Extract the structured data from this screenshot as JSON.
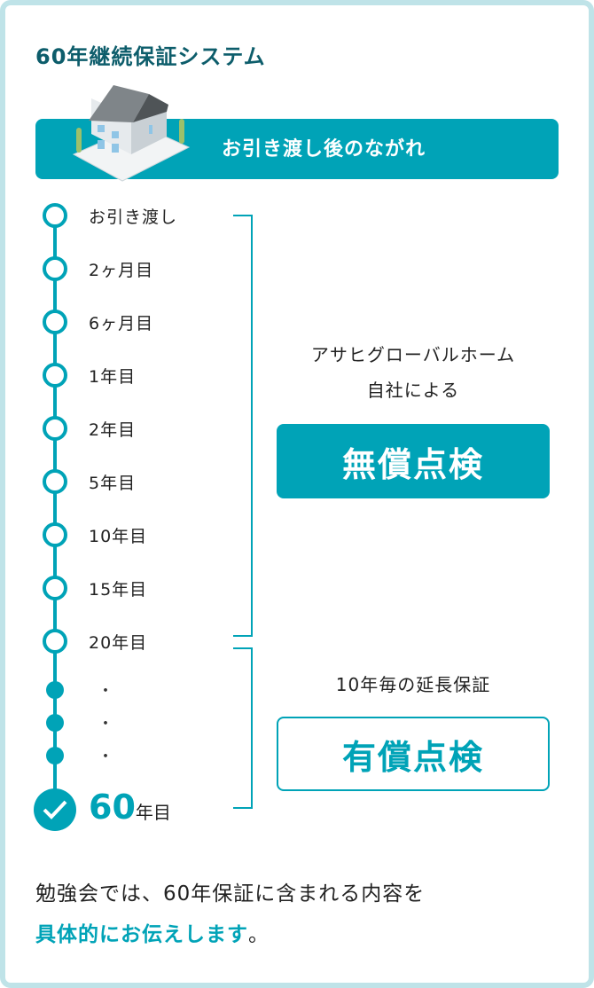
{
  "title": "60年継続保証システム",
  "banner": {
    "label": "お引き渡し後のながれ"
  },
  "timeline": {
    "milestones": [
      "お引き渡し",
      "2ヶ月目",
      "6ヶ月目",
      "1年目",
      "2年目",
      "5年目",
      "10年目",
      "15年目",
      "20年目"
    ],
    "ellipsis": "・",
    "final": {
      "number": "60",
      "suffix": "年目"
    }
  },
  "free": {
    "caption_line1": "アサヒグローバルホーム",
    "caption_line2": "自社による",
    "label": "無償点検"
  },
  "paid": {
    "caption": "10年毎の延長保証",
    "label": "有償点検"
  },
  "footer": {
    "line1": "勉強会では、60年保証に含まれる内容を",
    "line2_highlight": "具体的にお伝えします",
    "line2_end": "。"
  },
  "colors": {
    "accent": "#00a3b7",
    "title": "#0d5d6b",
    "border": "#bfe3e8"
  }
}
